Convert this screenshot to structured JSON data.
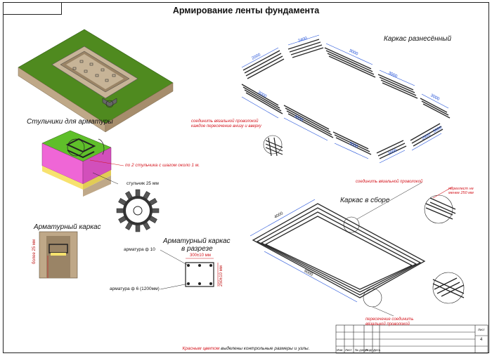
{
  "title": "Армирование ленты фундамента",
  "labels": {
    "chairs": "Стульчики для арматуры",
    "chair_step": "по 2 стульчика с шагом около 1 м.",
    "chair_size": "стульчик 25 мм",
    "cage_small": "Арматурный каркас",
    "gap_vertical": "более 25 мм",
    "cage_section_line1": "Арматурный каркас",
    "cage_section_line2": "в разрезе",
    "rebar_main": "арматура ф 10",
    "rebar_stirrup": "арматура ф 6 (1200мм)",
    "sec_width": "300±10 мм",
    "sec_height": "250±10 мм",
    "exploded": "Каркас разнесённый",
    "assembled": "Каркас в сборе",
    "tie_each": "соединить вязальной проволокой каждое пересечение внизу и вверху",
    "tie_wire": "соединить вязальной проволокой",
    "overlap": "перехлест не менее 250 мм",
    "tie_cross": "пересечение соединить вязальной проволокой"
  },
  "dims_exploded": [
    "2000",
    "2400",
    "3000",
    "3000",
    "3000",
    "3630",
    "3000",
    "3000",
    "2000",
    "2400",
    "3000"
  ],
  "dims_assembled": [
    "4000",
    "9000"
  ],
  "note_red": "Красным цветом",
  "note_rest": " выделены контрольные размеры и узлы.",
  "title_block": {
    "cells": [
      "Изм",
      "Лист",
      "№ докум.",
      "Подп.",
      "Дата"
    ],
    "sheet_label": "Лист",
    "sheet_no": "4"
  },
  "colors": {
    "grass": "#4f8a1f",
    "soil": "#bfa888",
    "dim_blue": "#1f4fd8",
    "accent_red": "#d4141c",
    "rebar": "#2a2a2a"
  }
}
